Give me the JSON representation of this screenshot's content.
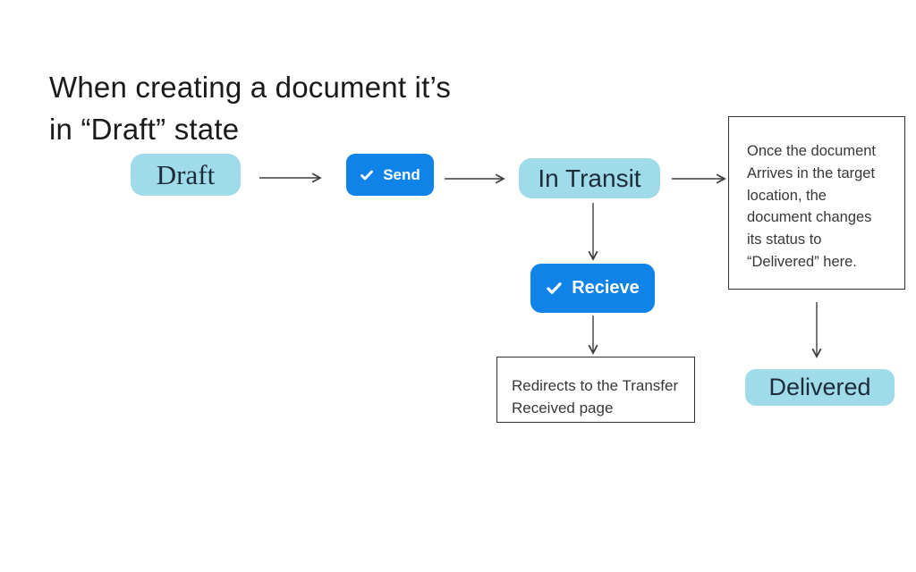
{
  "slide": {
    "title": "When creating a document it’s\nin “Draft” state"
  },
  "flow": {
    "draft_label": "Draft",
    "send_label": "Send",
    "in_transit_label": "In Transit",
    "recieve_label": "Recieve",
    "delivered_label": "Delivered"
  },
  "notes": {
    "delivered_note": "Once the document\nArrives in the target\nlocation, the\ndocument changes\nits status to\n“Delivered” here.",
    "redirect_note": "Redirects to the Transfer\nReceived page"
  },
  "icons": {
    "send_button_icon": "check-icon",
    "recieve_button_icon": "check-icon"
  },
  "colors": {
    "state_fill": "#a0dbe9",
    "state_text": "#1d2c3a",
    "button_fill": "#1083e8",
    "arrow": "#3f3f3f",
    "note_border": "#333333"
  }
}
